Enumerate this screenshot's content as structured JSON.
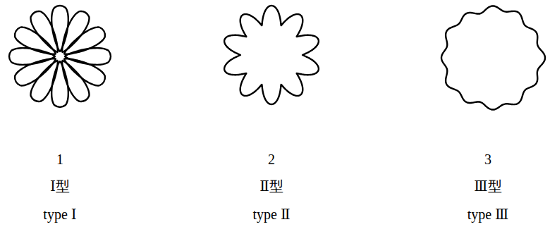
{
  "diagram": {
    "labels": [
      "1",
      "Ⅰ型",
      "type Ⅰ",
      "2",
      "Ⅱ型",
      "type Ⅱ",
      "3",
      "Ⅲ型",
      "type Ⅲ"
    ]
  }
}
